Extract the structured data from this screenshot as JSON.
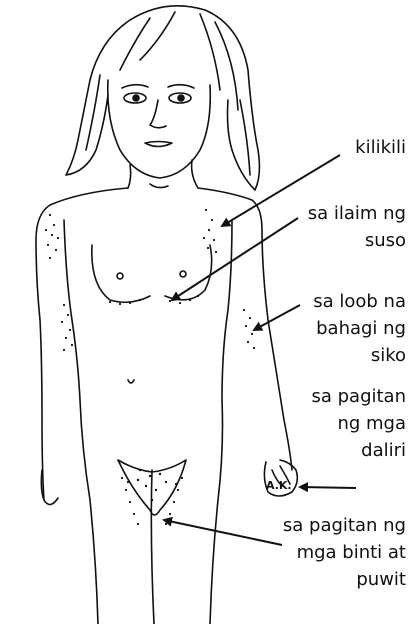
{
  "labels": {
    "armpit": "kilikili",
    "under_breast": "sa ilaim ng\nsuso",
    "inner_elbow": "sa loob na\nbahagi ng\nsiko",
    "between_fingers": "sa pagitan\nng mga\ndaliri",
    "between_legs_buttocks": "sa pagitan ng\nmga binti at\npuwit"
  },
  "artist_initials": "A.K.",
  "colors": {
    "ink": "#111111",
    "background": "#ffffff"
  }
}
